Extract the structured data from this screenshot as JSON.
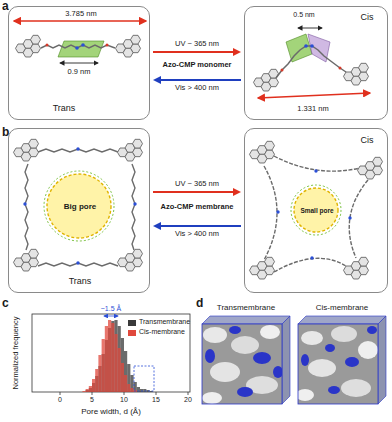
{
  "diagram": {
    "nodes": [
      {
        "text": [
          "3.785 nm",
          "0.9 nm",
          "Trans"
        ]
      },
      {
        "text": [
          "0.5 nm",
          "1.331 nm",
          "Cis"
        ]
      },
      {
        "text": [
          "Big pore",
          "Trans"
        ]
      },
      {
        "text": [
          "Small pore",
          "Cis"
        ]
      }
    ],
    "edges": [
      {
        "from": 0,
        "to": 1,
        "arrow": "to",
        "label": "UV ~ 365 nm"
      },
      {
        "from": 1,
        "to": 0,
        "arrow": "to",
        "label": "Vis > 400 nm"
      },
      {
        "from": 2,
        "to": 3,
        "arrow": "to",
        "label": "UV ~ 365 nm"
      },
      {
        "from": 3,
        "to": 2,
        "arrow": "to",
        "label": "Vis > 400 nm"
      }
    ],
    "labels": [
      "a",
      "Azo-CMP monomer",
      "b",
      "Azo-CMP membrane",
      "c",
      "Normalized frequency",
      "~1.5 Å",
      "0",
      "5",
      "10",
      "15",
      "20",
      "Pore width, d (Å)",
      "d",
      "Transmembrane",
      "Cis-membrane"
    ],
    "legend": [
      {
        "text": "Transmembrane",
        "color": "#3a3a3a"
      },
      {
        "text": "Cis-membrane",
        "color": "#e0483c"
      }
    ]
  }
}
